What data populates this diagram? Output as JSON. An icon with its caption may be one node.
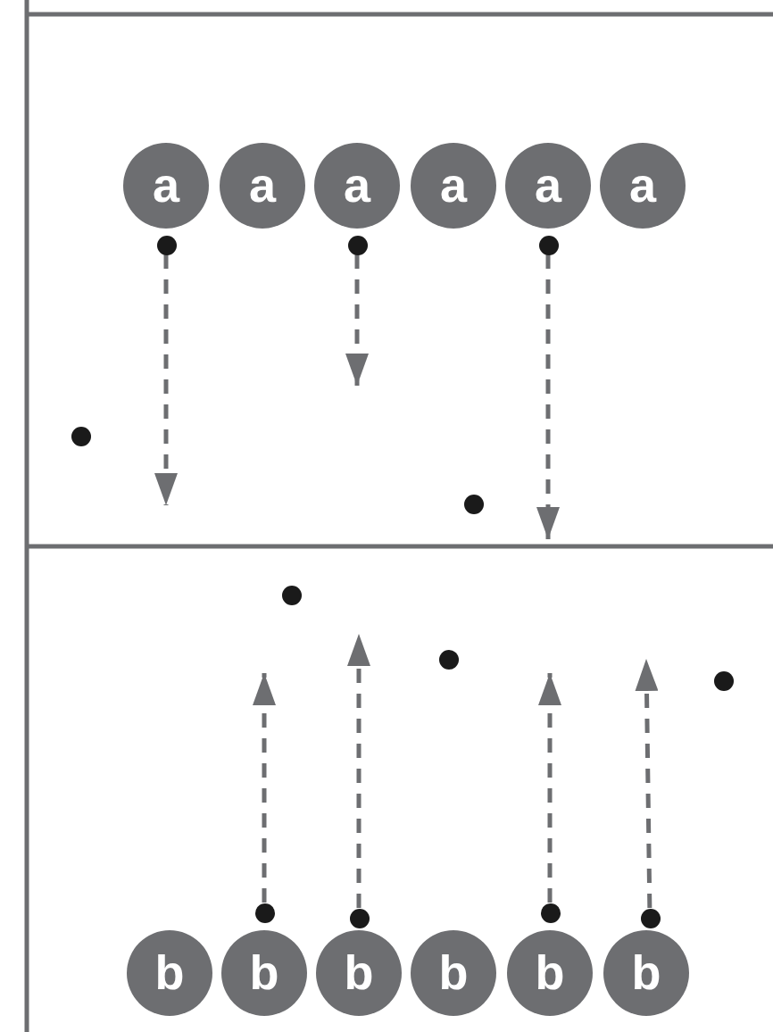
{
  "diagram": {
    "nodes": [
      {
        "text": [
          "a"
        ]
      },
      {
        "text": [
          "a"
        ]
      },
      {
        "text": [
          "a"
        ]
      },
      {
        "text": [
          "a"
        ]
      },
      {
        "text": [
          "a"
        ]
      },
      {
        "text": [
          "a"
        ]
      },
      {
        "text": [],
        "shape": "circle"
      },
      {
        "text": [],
        "shape": "circle"
      },
      {
        "text": [],
        "shape": "circle"
      },
      {
        "text": [],
        "shape": "circle"
      },
      {
        "text": [],
        "shape": "circle"
      },
      {
        "text": [],
        "shape": "circle"
      },
      {
        "text": [],
        "shape": "circle"
      },
      {
        "text": [],
        "shape": "circle"
      },
      {
        "text": [],
        "shape": "circle"
      },
      {
        "text": [],
        "shape": "circle"
      },
      {
        "text": [],
        "shape": "circle"
      },
      {
        "text": [],
        "shape": "circle"
      },
      {
        "text": [
          "b"
        ]
      },
      {
        "text": [
          "b"
        ]
      },
      {
        "text": [
          "b"
        ]
      },
      {
        "text": [
          "b"
        ]
      },
      {
        "text": [
          "b"
        ]
      },
      {
        "text": [
          "b"
        ]
      }
    ],
    "edges": [
      {
        "from": 6,
        "to": null,
        "arrow": "to",
        "style": "dashed"
      },
      {
        "from": 7,
        "to": null,
        "arrow": "to",
        "style": "dashed"
      },
      {
        "from": 8,
        "to": null,
        "arrow": "to",
        "style": "dashed"
      },
      {
        "from": 14,
        "to": null,
        "arrow": "to",
        "style": "dashed"
      },
      {
        "from": 15,
        "to": null,
        "arrow": "to",
        "style": "dashed"
      },
      {
        "from": 16,
        "to": null,
        "arrow": "to",
        "style": "dashed"
      },
      {
        "from": 17,
        "to": null,
        "arrow": "to",
        "style": "dashed"
      }
    ]
  }
}
